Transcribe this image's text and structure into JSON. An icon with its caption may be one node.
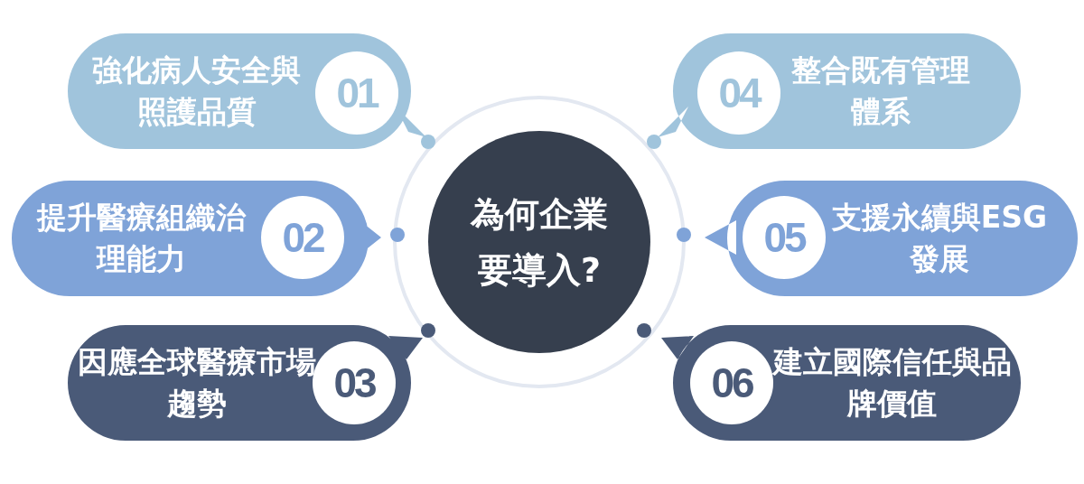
{
  "diagram": {
    "nodes": [
      {
        "text": [
          "為何企業要導入?"
        ]
      },
      {
        "text": [
          "強化病人安全與照護品質"
        ]
      },
      {
        "text": [
          "01"
        ],
        "in": 1
      },
      {
        "text": [
          "提升醫療組織治理能力"
        ]
      },
      {
        "text": [
          "02"
        ],
        "in": 3
      },
      {
        "text": [
          "因應全球醫療市場趨勢"
        ]
      },
      {
        "text": [
          "03"
        ],
        "in": 5
      },
      {
        "text": [
          "整合既有管理體系"
        ]
      },
      {
        "text": [
          "04"
        ],
        "in": 7
      },
      {
        "text": [
          "支援永續與ESG 發展"
        ]
      },
      {
        "text": [
          "05"
        ],
        "in": 9
      },
      {
        "text": [
          "建立國際信任與品牌價值"
        ]
      },
      {
        "text": [
          "06"
        ],
        "in": 11
      }
    ]
  }
}
